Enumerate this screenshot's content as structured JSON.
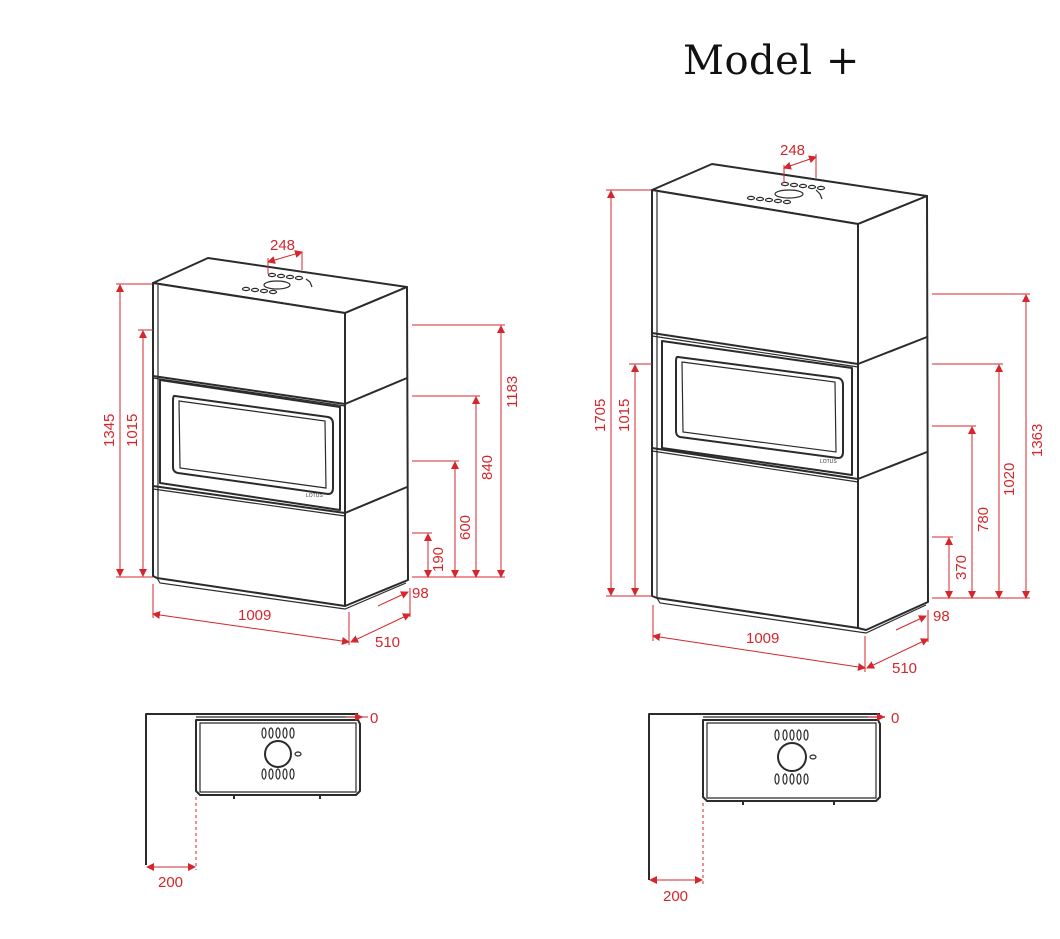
{
  "title": "Model +",
  "model_standard": {
    "outlet_diameter": "248",
    "height_total": "1345",
    "height_outlet": "1015",
    "width": "1009",
    "depth": "510",
    "rear_offset": "98",
    "side_1183": "1183",
    "side_840": "840",
    "side_600": "600",
    "side_190": "190",
    "plan_zero": "0",
    "plan_wall": "200"
  },
  "model_plus": {
    "outlet_diameter": "248",
    "height_total": "1705",
    "height_outlet": "1015",
    "width": "1009",
    "depth": "510",
    "rear_offset": "98",
    "side_1363": "1363",
    "side_1020": "1020",
    "side_780": "780",
    "side_370": "370",
    "plan_zero": "0",
    "plan_wall": "200"
  },
  "colors": {
    "dimension": "#d4262c",
    "outline": "#2b2b2b"
  }
}
